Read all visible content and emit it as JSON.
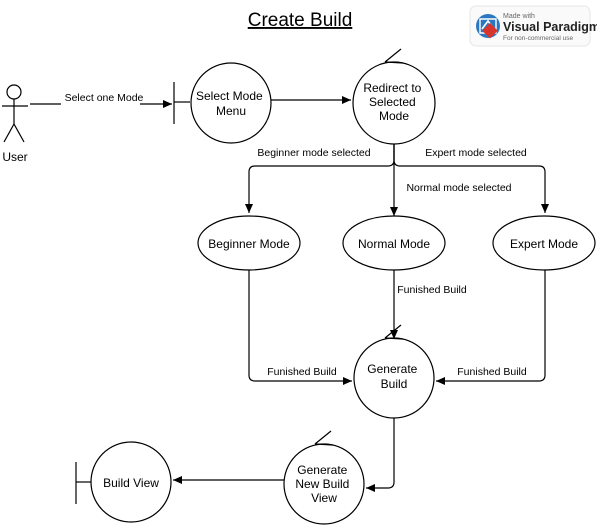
{
  "title": "Create Build",
  "watermark": {
    "line1": "Made with",
    "line2": "Visual Paradigm",
    "line3": "For non-commercial use"
  },
  "actor": {
    "label": "User"
  },
  "nodes": {
    "select_mode_menu": [
      "Select Mode",
      "Menu"
    ],
    "redirect": [
      "Redirect to",
      "Selected",
      "Mode"
    ],
    "beginner": [
      "Beginner Mode"
    ],
    "normal": [
      "Normal Mode"
    ],
    "expert": [
      "Expert Mode"
    ],
    "generate_build": [
      "Generate",
      "Build"
    ],
    "generate_new_build_view": [
      "Generate",
      "New Build",
      "View"
    ],
    "build_view": [
      "Build View"
    ]
  },
  "edges": {
    "select_one_mode": "Select one Mode",
    "beginner_selected": "Beginner mode selected",
    "normal_selected": "Normal mode selected",
    "expert_selected": "Expert mode selected",
    "funished_build_normal": "Funished Build",
    "funished_build_beginner": "Funished Build",
    "funished_build_expert": "Funished Build"
  }
}
